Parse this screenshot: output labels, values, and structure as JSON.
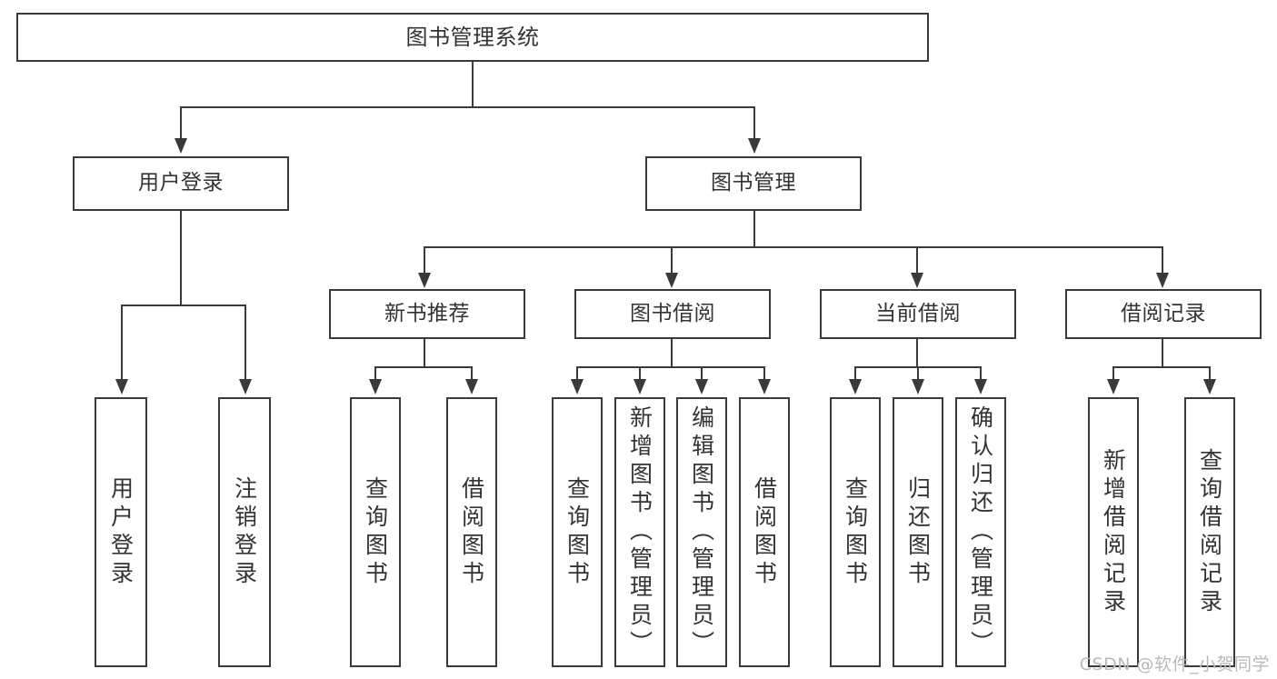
{
  "diagram": {
    "title": "图书管理系统",
    "type": "tree-hierarchy-chart",
    "watermark": "CSDN @软件_小贺同学",
    "colors": {
      "stroke": "#3a3a3a",
      "fill": "#ffffff",
      "text": "#333333",
      "watermark": "#b9b9b9"
    }
  },
  "nodes": {
    "root": {
      "label": "图书管理系统"
    },
    "level2": [
      {
        "id": "user-login",
        "label": "用户登录"
      },
      {
        "id": "book-manage",
        "label": "图书管理"
      }
    ],
    "level3": [
      {
        "id": "new-book-recommend",
        "label": "新书推荐"
      },
      {
        "id": "book-borrow",
        "label": "图书借阅"
      },
      {
        "id": "current-borrow",
        "label": "当前借阅"
      },
      {
        "id": "borrow-record",
        "label": "借阅记录"
      }
    ],
    "leaves": {
      "user-login": [
        {
          "id": "leaf-user-login",
          "label": "用户登录"
        },
        {
          "id": "leaf-logout-login",
          "label": "注销登录"
        }
      ],
      "new-book-recommend": [
        {
          "id": "leaf-query-book-1",
          "label": "查询图书"
        },
        {
          "id": "leaf-borrow-book-1",
          "label": "借阅图书"
        }
      ],
      "book-borrow": [
        {
          "id": "leaf-query-book-2",
          "label": "查询图书"
        },
        {
          "id": "leaf-add-book",
          "label": "新增图书（管理员）"
        },
        {
          "id": "leaf-edit-book",
          "label": "编辑图书（管理员）"
        },
        {
          "id": "leaf-borrow-book-2",
          "label": "借阅图书"
        }
      ],
      "current-borrow": [
        {
          "id": "leaf-query-book-3",
          "label": "查询图书"
        },
        {
          "id": "leaf-return-book",
          "label": "归还图书"
        },
        {
          "id": "leaf-confirm-return",
          "label": "确认归还（管理员）"
        }
      ],
      "borrow-record": [
        {
          "id": "leaf-add-record",
          "label": "新增借阅记录"
        },
        {
          "id": "leaf-query-record",
          "label": "查询借阅记录"
        }
      ]
    }
  }
}
